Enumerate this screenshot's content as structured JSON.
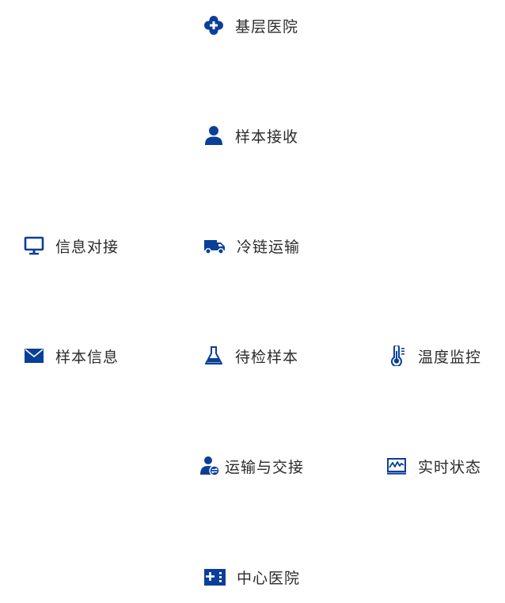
{
  "accent_color": "#0a3f99",
  "text_color": "#2b2b2b",
  "nodes": [
    {
      "id": "primary-hospital",
      "label": "基层医院",
      "icon": "hospital-cross-icon"
    },
    {
      "id": "sample-reception",
      "label": "样本接收",
      "icon": "user-icon"
    },
    {
      "id": "info-integration",
      "label": "信息对接",
      "icon": "monitor-icon"
    },
    {
      "id": "cold-chain",
      "label": "冷链运输",
      "icon": "truck-icon"
    },
    {
      "id": "sample-info",
      "label": "样本信息",
      "icon": "envelope-icon"
    },
    {
      "id": "pending-samples",
      "label": "待检样本",
      "icon": "flask-icon"
    },
    {
      "id": "temperature",
      "label": "温度监控",
      "icon": "thermometer-icon"
    },
    {
      "id": "transport-handover",
      "label": "运输与交接",
      "icon": "user-exchange-icon"
    },
    {
      "id": "realtime-status",
      "label": "实时状态",
      "icon": "chart-monitor-icon"
    },
    {
      "id": "central-hospital",
      "label": "中心医院",
      "icon": "hospital-building-icon"
    }
  ]
}
